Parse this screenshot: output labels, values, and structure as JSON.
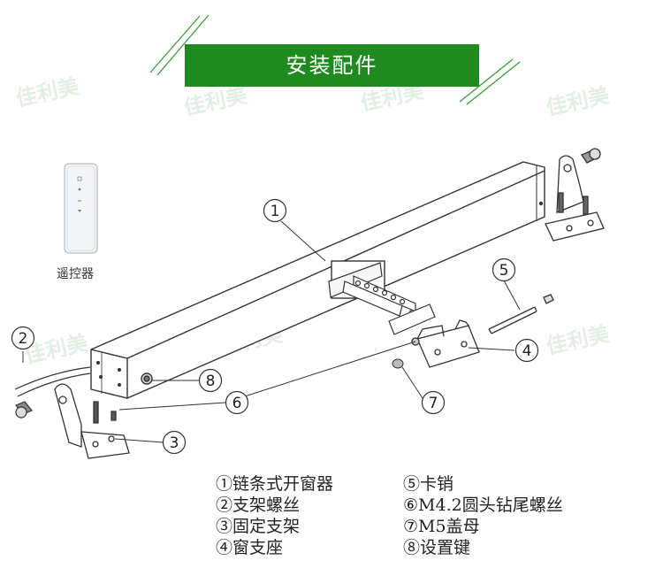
{
  "banner": {
    "title": "安装配件"
  },
  "watermark": {
    "text": "佳利美"
  },
  "remote": {
    "label": "遥控器"
  },
  "callouts": [
    "1",
    "2",
    "3",
    "4",
    "5",
    "6",
    "7",
    "8"
  ],
  "legend": {
    "left": [
      "①链条式开窗器",
      "②支架螺丝",
      "③固定支架",
      "④窗支座"
    ],
    "right": [
      "⑤卡销",
      "⑥M4.2圆头钻尾螺丝",
      "⑦M5盖母",
      "⑧设置键"
    ]
  },
  "colors": {
    "banner": "#1f8a1f",
    "line": "#333333",
    "watermark": "#e3efe3"
  }
}
